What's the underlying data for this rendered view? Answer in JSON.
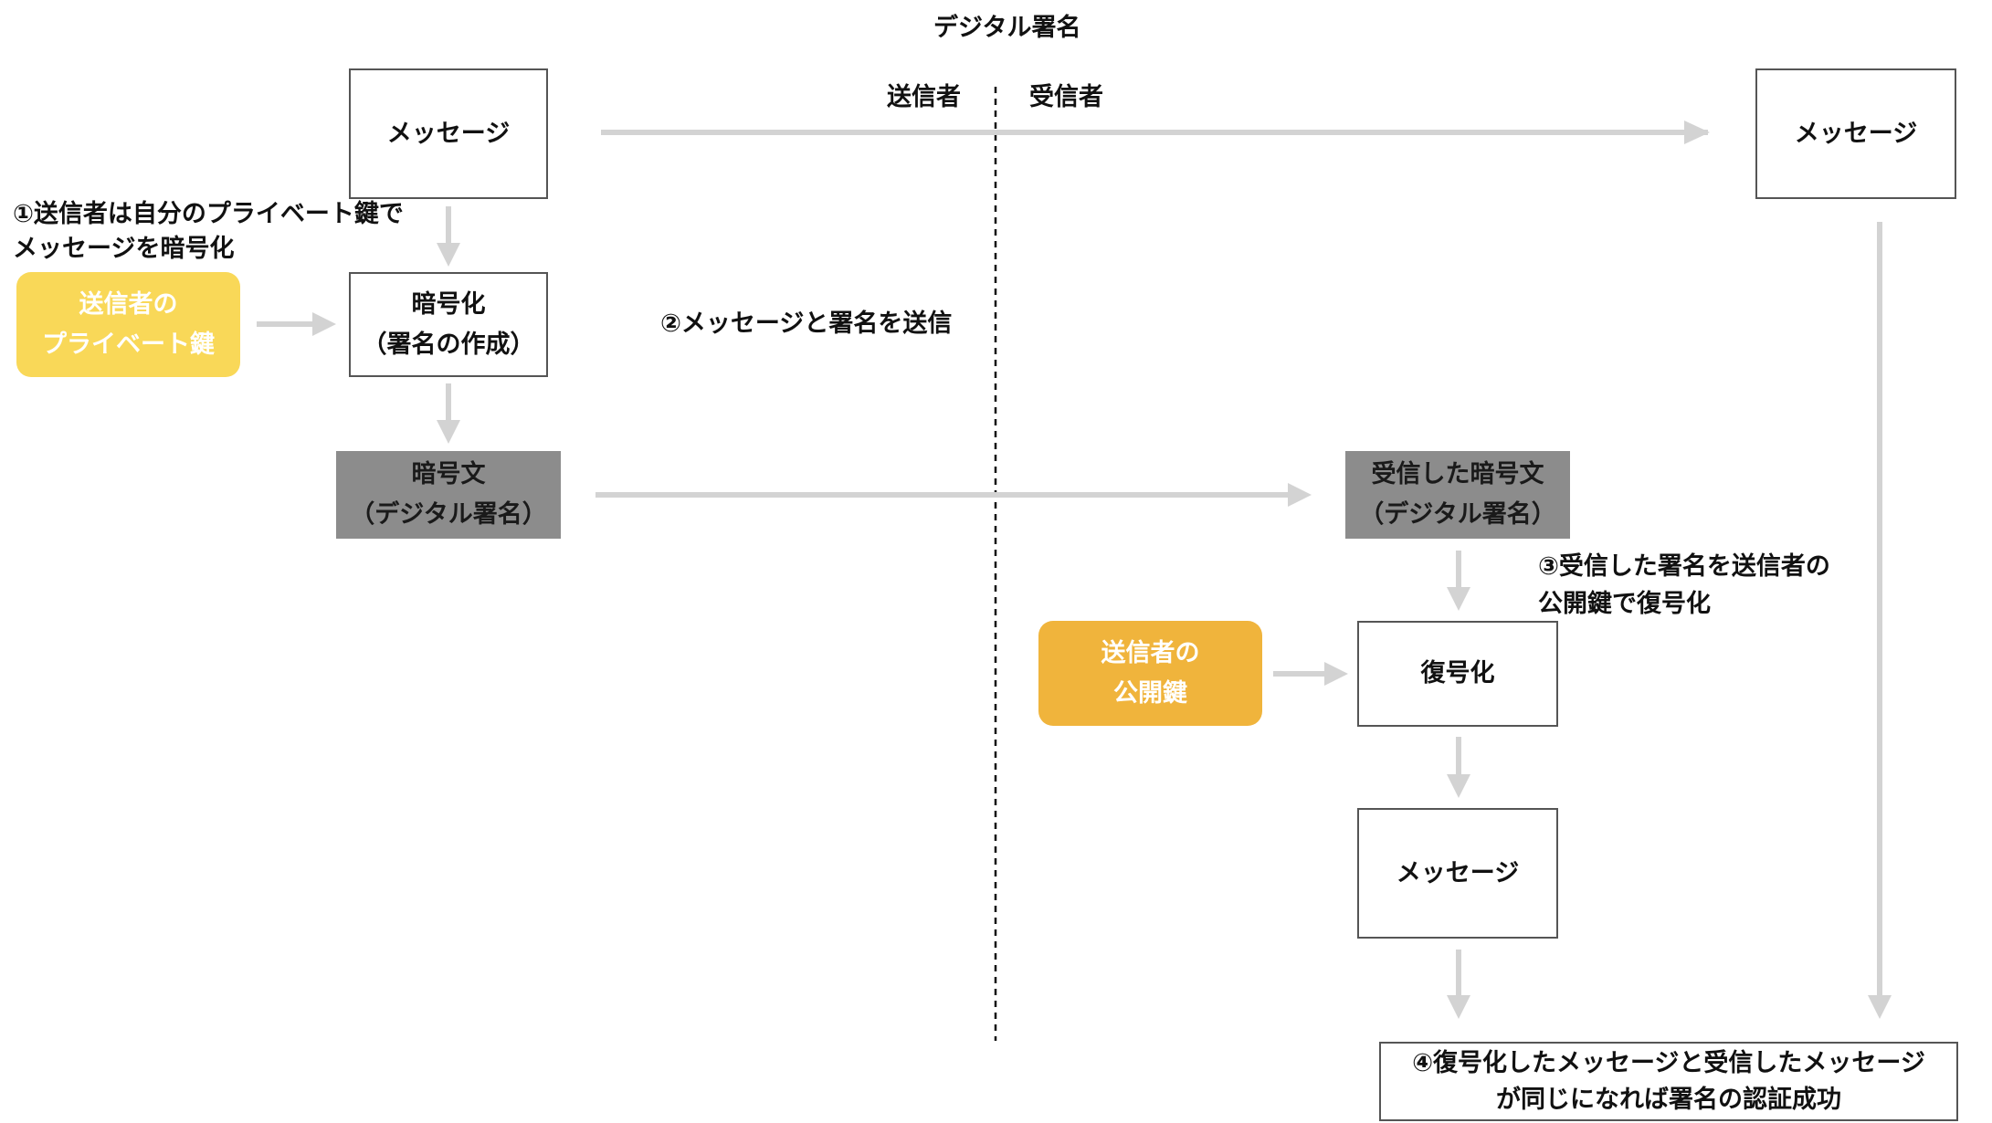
{
  "title": "デジタル署名",
  "sides": {
    "sender": "送信者",
    "receiver": "受信者"
  },
  "sender": {
    "message_box": "メッセージ",
    "step1_line1": "①送信者は自分のプライベート鍵で",
    "step1_line2": "メッセージを暗号化",
    "private_key_line1": "送信者の",
    "private_key_line2": "プライベート鍵",
    "encrypt_line1": "暗号化",
    "encrypt_line2": "（署名の作成）",
    "ciphertext_line1": "暗号文",
    "ciphertext_line2": "（デジタル署名）"
  },
  "step2": "②メッセージと署名を送信",
  "receiver": {
    "message_box": "メッセージ",
    "received_line1": "受信した暗号文",
    "received_line2": "（デジタル署名）",
    "step3_line1": "③受信した署名を送信者の",
    "step3_line2": "公開鍵で復号化",
    "public_key_line1": "送信者の",
    "public_key_line2": "公開鍵",
    "decrypt": "復号化",
    "decrypted_message": "メッセージ",
    "step4_line1": "④復号化したメッセージと受信したメッセージ",
    "step4_line2": "が同じになれば署名の認証成功"
  },
  "colors": {
    "private_key": "#f9d858",
    "public_key": "#f0b43c",
    "ciphertext": "#8c8c8c",
    "arrow": "#d3d3d3"
  }
}
